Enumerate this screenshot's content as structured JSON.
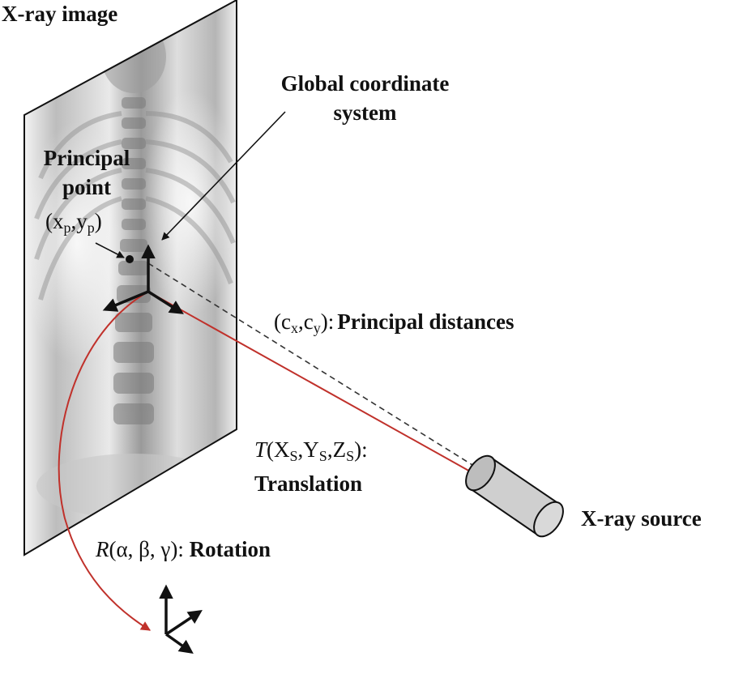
{
  "labels": {
    "xray_image": "X-ray image",
    "global_line1": "Global coordinate",
    "global_line2": "system",
    "principal_line1": "Principal",
    "principal_line2": "point",
    "pp_x": "x",
    "pp_x_sub": "p",
    "pp_y": "y",
    "pp_y_sub": "p",
    "pd_c1": "c",
    "pd_c1_sub": "x",
    "pd_c2": "c",
    "pd_c2_sub": "y",
    "pd_text": "Principal distances",
    "t_symbol": "T",
    "t_x": "X",
    "t_y": "Y",
    "t_z": "Z",
    "t_sub": "S",
    "t_text": "Translation",
    "r_symbol": "R",
    "r_params": "α, β, γ",
    "r_text": "Rotation",
    "source": "X-ray source"
  },
  "colors": {
    "accent_red": "#c0312b",
    "ink": "#111111",
    "cylinder_fill": "#cfcfcf",
    "xray_light": "#e6e6e6",
    "xray_dark": "#8a8a8a"
  },
  "icons": {
    "global_axes": "xyz-axes-icon",
    "source_axes": "xyz-axes-icon",
    "source": "cylinder-icon"
  }
}
